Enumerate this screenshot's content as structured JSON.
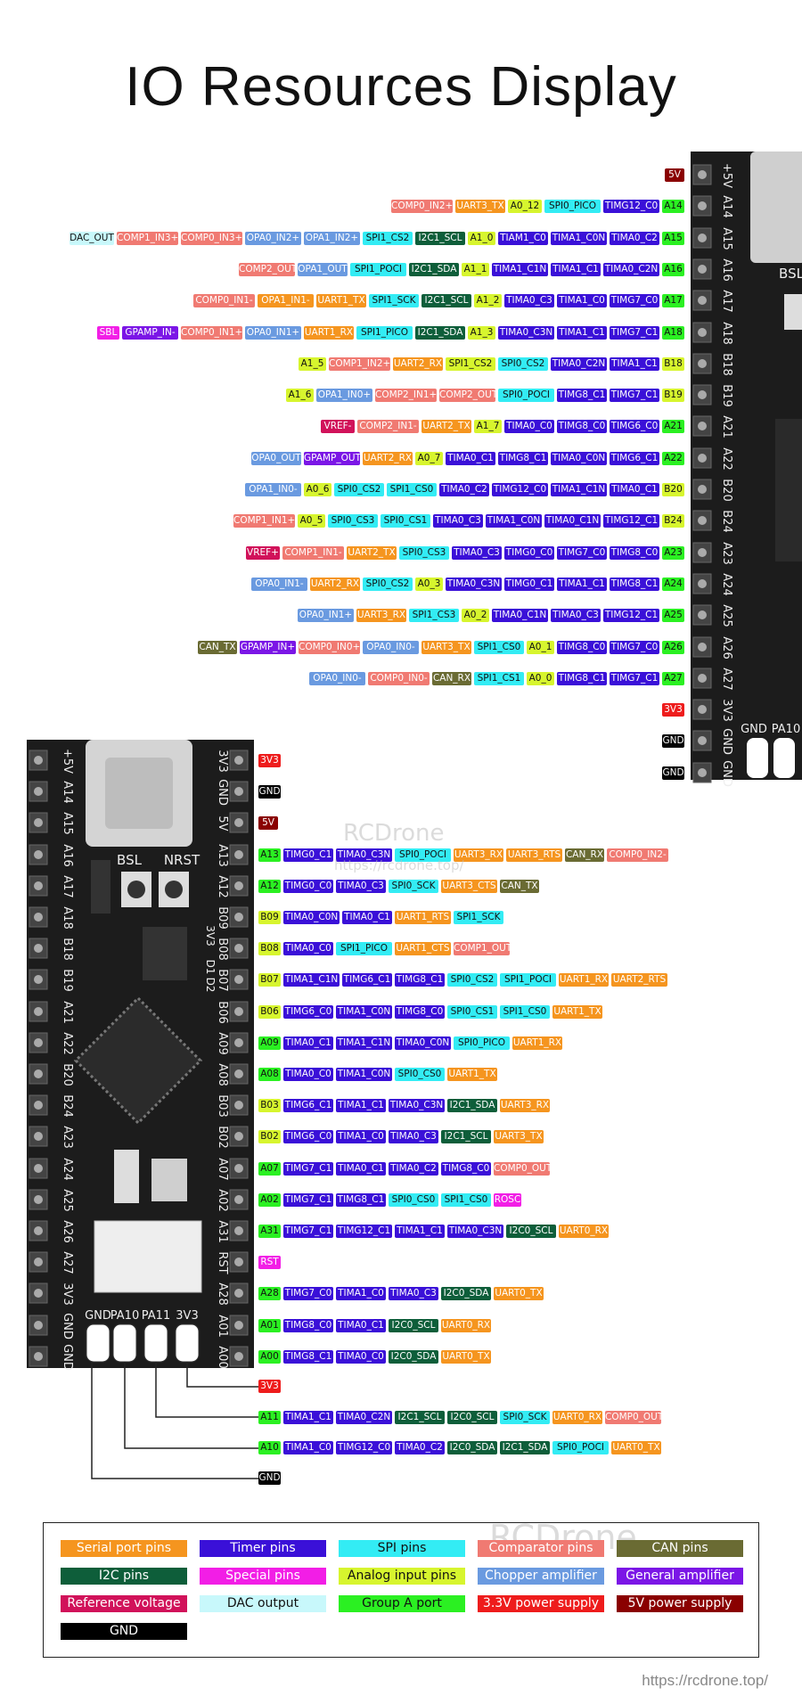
{
  "title": "IO Resources Display",
  "colors": {
    "uart": "#f5951f",
    "timer": "#3a10d8",
    "spi": "#33ecf4",
    "comp": "#f07a72",
    "can": "#6a6b33",
    "i2c": "#0e5e3a",
    "special": "#f21ee6",
    "analog": "#d7f52e",
    "chopper": "#6a9ae0",
    "general": "#7b16e6",
    "vref": "#d1125a",
    "dac": "#c8f8fb",
    "groupa": "#2bf022",
    "v33": "#ee1c1c",
    "v5": "#8a0000",
    "gnd": "#000000"
  },
  "board1_rows": [
    {
      "pins": [
        [
          "5V",
          "v5"
        ]
      ]
    },
    {
      "pins": [
        [
          "COMP0_IN2+",
          "comp"
        ],
        [
          "UART3_TX",
          "uart"
        ],
        [
          "A0_12",
          "analog"
        ],
        [
          "SPI0_PICO",
          "spi"
        ],
        [
          "TIMG12_C0",
          "timer"
        ],
        [
          "A14",
          "groupa"
        ]
      ]
    },
    {
      "pins": [
        [
          "DAC_OUT",
          "dac"
        ],
        [
          "COMP1_IN3+",
          "comp"
        ],
        [
          "COMP0_IN3+",
          "comp"
        ],
        [
          "OPA0_IN2+",
          "chopper"
        ],
        [
          "OPA1_IN2+",
          "chopper"
        ],
        [
          "SPI1_CS2",
          "spi"
        ],
        [
          "I2C1_SCL",
          "i2c"
        ],
        [
          "A1_0",
          "analog"
        ],
        [
          "TIAM1_C0",
          "timer"
        ],
        [
          "TIMA1_C0N",
          "timer"
        ],
        [
          "TIMA0_C2",
          "timer"
        ],
        [
          "A15",
          "groupa"
        ]
      ]
    },
    {
      "pins": [
        [
          "COMP2_OUT",
          "comp"
        ],
        [
          "OPA1_OUT",
          "chopper"
        ],
        [
          "SPI1_POCI",
          "spi"
        ],
        [
          "I2C1_SDA",
          "i2c"
        ],
        [
          "A1_1",
          "analog"
        ],
        [
          "TIMA1_C1N",
          "timer"
        ],
        [
          "TIMA1_C1",
          "timer"
        ],
        [
          "TIMA0_C2N",
          "timer"
        ],
        [
          "A16",
          "groupa"
        ]
      ]
    },
    {
      "pins": [
        [
          "COMP0_IN1-",
          "comp"
        ],
        [
          "OPA1_IN1-",
          "uart"
        ],
        [
          "UART1_TX",
          "uart"
        ],
        [
          "SPI1_SCK",
          "spi"
        ],
        [
          "I2C1_SCL",
          "i2c"
        ],
        [
          "A1_2",
          "analog"
        ],
        [
          "TIMA0_C3",
          "timer"
        ],
        [
          "TIMA1_C0",
          "timer"
        ],
        [
          "TIMG7_C0",
          "timer"
        ],
        [
          "A17",
          "groupa"
        ]
      ]
    },
    {
      "pins": [
        [
          "SBL",
          "special"
        ],
        [
          "GPAMP_IN-",
          "general"
        ],
        [
          "COMP0_IN1+",
          "comp"
        ],
        [
          "OPA0_IN1+",
          "chopper"
        ],
        [
          "UART1_RX",
          "uart"
        ],
        [
          "SPI1_PICO",
          "spi"
        ],
        [
          "I2C1_SDA",
          "i2c"
        ],
        [
          "A1_3",
          "analog"
        ],
        [
          "TIMA0_C3N",
          "timer"
        ],
        [
          "TIMA1_C1",
          "timer"
        ],
        [
          "TIMG7_C1",
          "timer"
        ],
        [
          "A18",
          "groupa"
        ]
      ]
    },
    {
      "pins": [
        [
          "A1_5",
          "analog"
        ],
        [
          "COMP1_IN2+",
          "comp"
        ],
        [
          "UART2_RX",
          "uart"
        ],
        [
          "SPI1_CS2",
          "analog"
        ],
        [
          "SPI0_CS2",
          "spi"
        ],
        [
          "TIMA0_C2N",
          "timer"
        ],
        [
          "TIMA1_C1",
          "timer"
        ],
        [
          "B18",
          "analog"
        ]
      ]
    },
    {
      "pins": [
        [
          "A1_6",
          "analog"
        ],
        [
          "OPA1_IN0+",
          "chopper"
        ],
        [
          "COMP2_IN1+",
          "comp"
        ],
        [
          "COMP2_OUT",
          "comp"
        ],
        [
          "SPI0_POCI",
          "spi"
        ],
        [
          "TIMG8_C1",
          "timer"
        ],
        [
          "TIMG7_C1",
          "timer"
        ],
        [
          "B19",
          "analog"
        ]
      ]
    },
    {
      "pins": [
        [
          "VREF-",
          "vref"
        ],
        [
          "COMP2_IN1-",
          "comp"
        ],
        [
          "UART2_TX",
          "uart"
        ],
        [
          "A1_7",
          "analog"
        ],
        [
          "TIMA0_C0",
          "timer"
        ],
        [
          "TIMG8_C0",
          "timer"
        ],
        [
          "TIMG6_C0",
          "timer"
        ],
        [
          "A21",
          "groupa"
        ]
      ]
    },
    {
      "pins": [
        [
          "OPA0_OUT",
          "chopper"
        ],
        [
          "GPAMP_OUT",
          "general"
        ],
        [
          "UART2_RX",
          "uart"
        ],
        [
          "A0_7",
          "analog"
        ],
        [
          "TIMA0_C1",
          "timer"
        ],
        [
          "TIMG8_C1",
          "timer"
        ],
        [
          "TIMA0_C0N",
          "timer"
        ],
        [
          "TIMG6_C1",
          "timer"
        ],
        [
          "A22",
          "groupa"
        ]
      ]
    },
    {
      "pins": [
        [
          "OPA1_IN0-",
          "chopper"
        ],
        [
          "A0_6",
          "analog"
        ],
        [
          "SPI0_CS2",
          "spi"
        ],
        [
          "SPI1_CS0",
          "spi"
        ],
        [
          "TIMA0_C2",
          "timer"
        ],
        [
          "TIMG12_C0",
          "timer"
        ],
        [
          "TIMA1_C1N",
          "timer"
        ],
        [
          "TIMA0_C1",
          "timer"
        ],
        [
          "B20",
          "analog"
        ]
      ]
    },
    {
      "pins": [
        [
          "COMP1_IN1+",
          "comp"
        ],
        [
          "A0_5",
          "analog"
        ],
        [
          "SPI0_CS3",
          "spi"
        ],
        [
          "SPI0_CS1",
          "spi"
        ],
        [
          "TIMA0_C3",
          "timer"
        ],
        [
          "TIMA1_C0N",
          "timer"
        ],
        [
          "TIMA0_C1N",
          "timer"
        ],
        [
          "TIMG12_C1",
          "timer"
        ],
        [
          "B24",
          "analog"
        ]
      ]
    },
    {
      "pins": [
        [
          "VREF+",
          "vref"
        ],
        [
          "COMP1_IN1-",
          "comp"
        ],
        [
          "UART2_TX",
          "uart"
        ],
        [
          "SPI0_CS3",
          "spi"
        ],
        [
          "TIMA0_C3",
          "timer"
        ],
        [
          "TIMG0_C0",
          "timer"
        ],
        [
          "TIMG7_C0",
          "timer"
        ],
        [
          "TIMG8_C0",
          "timer"
        ],
        [
          "A23",
          "groupa"
        ]
      ]
    },
    {
      "pins": [
        [
          "OPA0_IN1-",
          "chopper"
        ],
        [
          "UART2_RX",
          "uart"
        ],
        [
          "SPI0_CS2",
          "spi"
        ],
        [
          "A0_3",
          "analog"
        ],
        [
          "TIMA0_C3N",
          "timer"
        ],
        [
          "TIMG0_C1",
          "timer"
        ],
        [
          "TIMA1_C1",
          "timer"
        ],
        [
          "TIMG8_C1",
          "timer"
        ],
        [
          "A24",
          "groupa"
        ]
      ]
    },
    {
      "pins": [
        [
          "OPA0_IN1+",
          "chopper"
        ],
        [
          "UART3_RX",
          "uart"
        ],
        [
          "SPI1_CS3",
          "spi"
        ],
        [
          "A0_2",
          "analog"
        ],
        [
          "TIMA0_C1N",
          "timer"
        ],
        [
          "TIMA0_C3",
          "timer"
        ],
        [
          "TIMG12_C1",
          "timer"
        ],
        [
          "A25",
          "groupa"
        ]
      ]
    },
    {
      "pins": [
        [
          "CAN_TX",
          "can"
        ],
        [
          "GPAMP_IN+",
          "general"
        ],
        [
          "COMP0_IN0+",
          "comp"
        ],
        [
          "OPA0_IN0-",
          "chopper"
        ],
        [
          "UART3_TX",
          "uart"
        ],
        [
          "SPI1_CS0",
          "spi"
        ],
        [
          "A0_1",
          "analog"
        ],
        [
          "TIMG8_C0",
          "timer"
        ],
        [
          "TIMG7_C0",
          "timer"
        ],
        [
          "A26",
          "groupa"
        ]
      ]
    },
    {
      "pins": [
        [
          "OPA0_IN0-",
          "chopper"
        ],
        [
          "COMP0_IN0-",
          "comp"
        ],
        [
          "CAN_RX",
          "can"
        ],
        [
          "SPI1_CS1",
          "spi"
        ],
        [
          "A0_0",
          "analog"
        ],
        [
          "TIMG8_C1",
          "timer"
        ],
        [
          "TIMG7_C1",
          "timer"
        ],
        [
          "A27",
          "groupa"
        ]
      ]
    },
    {
      "pins": [
        [
          "3V3",
          "v33"
        ]
      ]
    },
    {
      "pins": [
        [
          "GND",
          "gnd"
        ]
      ]
    },
    {
      "pins": [
        [
          "GND",
          "gnd"
        ]
      ]
    }
  ],
  "board2_rows": [
    {
      "pins": [
        [
          "3V3",
          "v33"
        ]
      ]
    },
    {
      "pins": [
        [
          "GND",
          "gnd"
        ]
      ]
    },
    {
      "pins": [
        [
          "5V",
          "v5"
        ]
      ]
    },
    {
      "pins": [
        [
          "A13",
          "groupa"
        ],
        [
          "TIMG0_C1",
          "timer"
        ],
        [
          "TIMA0_C3N",
          "timer"
        ],
        [
          "SPI0_POCI",
          "spi"
        ],
        [
          "UART3_RX",
          "uart"
        ],
        [
          "UART3_RTS",
          "uart"
        ],
        [
          "CAN_RX",
          "can"
        ],
        [
          "COMP0_IN2-",
          "comp"
        ]
      ]
    },
    {
      "pins": [
        [
          "A12",
          "groupa"
        ],
        [
          "TIMG0_C0",
          "timer"
        ],
        [
          "TIMA0_C3",
          "timer"
        ],
        [
          "SPI0_SCK",
          "spi"
        ],
        [
          "UART3_CTS",
          "uart"
        ],
        [
          "CAN_TX",
          "can"
        ]
      ]
    },
    {
      "pins": [
        [
          "B09",
          "analog"
        ],
        [
          "TIMA0_C0N",
          "timer"
        ],
        [
          "TIMA0_C1",
          "timer"
        ],
        [
          "UART1_RTS",
          "uart"
        ],
        [
          "SPI1_SCK",
          "spi"
        ]
      ]
    },
    {
      "pins": [
        [
          "B08",
          "analog"
        ],
        [
          "TIMA0_C0",
          "timer"
        ],
        [
          "SPI1_PICO",
          "spi"
        ],
        [
          "UART1_CTS",
          "uart"
        ],
        [
          "COMP1_OUT",
          "comp"
        ]
      ]
    },
    {
      "pins": [
        [
          "B07",
          "analog"
        ],
        [
          "TIMA1_C1N",
          "timer"
        ],
        [
          "TIMG6_C1",
          "timer"
        ],
        [
          "TIMG8_C1",
          "timer"
        ],
        [
          "SPI0_CS2",
          "spi"
        ],
        [
          "SPI1_POCI",
          "spi"
        ],
        [
          "UART1_RX",
          "uart"
        ],
        [
          "UART2_RTS",
          "uart"
        ]
      ]
    },
    {
      "pins": [
        [
          "B06",
          "analog"
        ],
        [
          "TIMG6_C0",
          "timer"
        ],
        [
          "TIMA1_C0N",
          "timer"
        ],
        [
          "TIMG8_C0",
          "timer"
        ],
        [
          "SPI0_CS1",
          "spi"
        ],
        [
          "SPI1_CS0",
          "spi"
        ],
        [
          "UART1_TX",
          "uart"
        ]
      ]
    },
    {
      "pins": [
        [
          "A09",
          "groupa"
        ],
        [
          "TIMA0_C1",
          "timer"
        ],
        [
          "TIMA1_C1N",
          "timer"
        ],
        [
          "TIMA0_C0N",
          "timer"
        ],
        [
          "SPI0_PICO",
          "spi"
        ],
        [
          "UART1_RX",
          "uart"
        ]
      ]
    },
    {
      "pins": [
        [
          "A08",
          "groupa"
        ],
        [
          "TIMA0_C0",
          "timer"
        ],
        [
          "TIMA1_C0N",
          "timer"
        ],
        [
          "SPI0_CS0",
          "spi"
        ],
        [
          "UART1_TX",
          "uart"
        ]
      ]
    },
    {
      "pins": [
        [
          "B03",
          "analog"
        ],
        [
          "TIMG6_C1",
          "timer"
        ],
        [
          "TIMA1_C1",
          "timer"
        ],
        [
          "TIMA0_C3N",
          "timer"
        ],
        [
          "I2C1_SDA",
          "i2c"
        ],
        [
          "UART3_RX",
          "uart"
        ]
      ]
    },
    {
      "pins": [
        [
          "B02",
          "analog"
        ],
        [
          "TIMG6_C0",
          "timer"
        ],
        [
          "TIMA1_C0",
          "timer"
        ],
        [
          "TIMA0_C3",
          "timer"
        ],
        [
          "I2C1_SCL",
          "i2c"
        ],
        [
          "UART3_TX",
          "uart"
        ]
      ]
    },
    {
      "pins": [
        [
          "A07",
          "groupa"
        ],
        [
          "TIMG7_C1",
          "timer"
        ],
        [
          "TIMA0_C1",
          "timer"
        ],
        [
          "TIMA0_C2",
          "timer"
        ],
        [
          "TIMG8_C0",
          "timer"
        ],
        [
          "COMP0_OUT",
          "comp"
        ]
      ]
    },
    {
      "pins": [
        [
          "A02",
          "groupa"
        ],
        [
          "TIMG7_C1",
          "timer"
        ],
        [
          "TIMG8_C1",
          "timer"
        ],
        [
          "SPI0_CS0",
          "spi"
        ],
        [
          "SPI1_CS0",
          "spi"
        ],
        [
          "ROSC",
          "special"
        ]
      ]
    },
    {
      "pins": [
        [
          "A31",
          "groupa"
        ],
        [
          "TIMG7_C1",
          "timer"
        ],
        [
          "TIMG12_C1",
          "timer"
        ],
        [
          "TIMA1_C1",
          "timer"
        ],
        [
          "TIMA0_C3N",
          "timer"
        ],
        [
          "I2C0_SCL",
          "i2c"
        ],
        [
          "UART0_RX",
          "uart"
        ]
      ]
    },
    {
      "pins": [
        [
          "RST",
          "special"
        ]
      ]
    },
    {
      "pins": [
        [
          "A28",
          "groupa"
        ],
        [
          "TIMG7_C0",
          "timer"
        ],
        [
          "TIMA1_C0",
          "timer"
        ],
        [
          "TIMA0_C3",
          "timer"
        ],
        [
          "I2C0_SDA",
          "i2c"
        ],
        [
          "UART0_TX",
          "uart"
        ]
      ]
    },
    {
      "pins": [
        [
          "A01",
          "groupa"
        ],
        [
          "TIMG8_C0",
          "timer"
        ],
        [
          "TIMA0_C1",
          "timer"
        ],
        [
          "I2C0_SCL",
          "i2c"
        ],
        [
          "UART0_RX",
          "uart"
        ]
      ]
    },
    {
      "pins": [
        [
          "A00",
          "groupa"
        ],
        [
          "TIMG8_C1",
          "timer"
        ],
        [
          "TIMA0_C0",
          "timer"
        ],
        [
          "I2C0_SDA",
          "i2c"
        ],
        [
          "UART0_TX",
          "uart"
        ]
      ]
    }
  ],
  "bottom_rows": [
    {
      "pins": [
        [
          "3V3",
          "v33"
        ]
      ]
    },
    {
      "pins": [
        [
          "A11",
          "groupa"
        ],
        [
          "TIMA1_C1",
          "timer"
        ],
        [
          "TIMA0_C2N",
          "timer"
        ],
        [
          "I2C1_SCL",
          "i2c"
        ],
        [
          "I2C0_SCL",
          "i2c"
        ],
        [
          "SPI0_SCK",
          "spi"
        ],
        [
          "UART0_RX",
          "uart"
        ],
        [
          "COMP0_OUT",
          "comp"
        ]
      ]
    },
    {
      "pins": [
        [
          "A10",
          "groupa"
        ],
        [
          "TIMA1_C0",
          "timer"
        ],
        [
          "TIMG12_C0",
          "timer"
        ],
        [
          "TIMA0_C2",
          "timer"
        ],
        [
          "I2C0_SDA",
          "i2c"
        ],
        [
          "I2C1_SDA",
          "i2c"
        ],
        [
          "SPI0_POCI",
          "spi"
        ],
        [
          "UART0_TX",
          "uart"
        ]
      ]
    },
    {
      "pins": [
        [
          "GND",
          "gnd"
        ]
      ]
    }
  ],
  "board1_labels": [
    "+5V",
    "A14",
    "A15",
    "A16",
    "A17",
    "A18",
    "B18",
    "B19",
    "A21",
    "A22",
    "B20",
    "B24",
    "A23",
    "A24",
    "A25",
    "A26",
    "A27",
    "3V3",
    "GND",
    "GND"
  ],
  "board1_bottom": [
    "GND",
    "PA10"
  ],
  "board1_silk": [
    "BSL"
  ],
  "board2_left": [
    "+5V",
    "A14",
    "A15",
    "A16",
    "A17",
    "A18",
    "B18",
    "B19",
    "A21",
    "A22",
    "B20",
    "B24",
    "A23",
    "A24",
    "A25",
    "A26",
    "A27",
    "3V3",
    "GND",
    "GND"
  ],
  "board2_right": [
    "3V3",
    "GND",
    "5V",
    "A13",
    "A12",
    "B09",
    "B08",
    "B07",
    "B06",
    "A09",
    "A08",
    "B03",
    "B02",
    "A07",
    "A02",
    "A31",
    "RST",
    "A28",
    "A01",
    "A00"
  ],
  "board2_bottom": [
    "GND",
    "PA10",
    "PA11",
    "3V3"
  ],
  "board2_silk": [
    "BSL",
    "NRST",
    "3V3",
    "D1",
    "D2"
  ],
  "legend": [
    [
      "Serial port pins",
      "uart"
    ],
    [
      "Timer pins",
      "timer"
    ],
    [
      "SPI pins",
      "spi"
    ],
    [
      "Comparator pins",
      "comp"
    ],
    [
      "CAN pins",
      "can"
    ],
    [
      "I2C pins",
      "i2c"
    ],
    [
      "Special pins",
      "special"
    ],
    [
      "Analog input pins",
      "analog"
    ],
    [
      "Chopper amplifier",
      "chopper"
    ],
    [
      "General amplifier",
      "general"
    ],
    [
      "Reference voltage",
      "vref"
    ],
    [
      "DAC output",
      "dac"
    ],
    [
      "Group A port",
      "groupa"
    ],
    [
      "3.3V power supply",
      "v33"
    ],
    [
      "5V power supply",
      "v5"
    ],
    [
      "GND",
      "gnd"
    ]
  ],
  "watermark": "RCDrone",
  "watermark_url": "https://rcdrone.top/",
  "footer_url": "https://rcdrone.top/"
}
